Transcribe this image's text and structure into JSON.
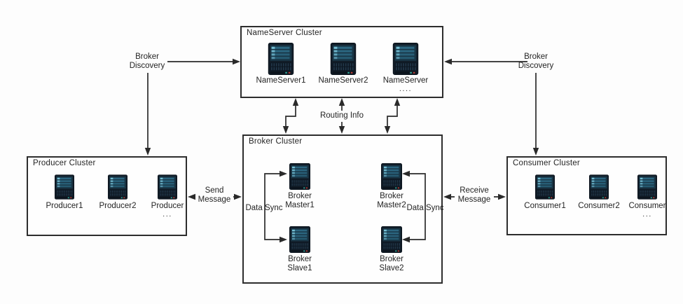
{
  "diagram": {
    "clusters": {
      "nameserver": {
        "title": "NameServer Cluster",
        "servers": [
          {
            "label": "NameServer1"
          },
          {
            "label": "NameServer2"
          },
          {
            "label": "NameServer",
            "more": "...."
          }
        ]
      },
      "broker": {
        "title": "Broker Cluster",
        "nodes": [
          {
            "line1": "Broker",
            "line2": "Master1"
          },
          {
            "line1": "Broker",
            "line2": "Master2"
          },
          {
            "line1": "Broker",
            "line2": "Slave1"
          },
          {
            "line1": "Broker",
            "line2": "Slave2"
          }
        ]
      },
      "producer": {
        "title": "Producer Cluster",
        "servers": [
          {
            "label": "Producer1"
          },
          {
            "label": "Producer2"
          },
          {
            "label": "Producer",
            "more": "..."
          }
        ]
      },
      "consumer": {
        "title": "Consumer Cluster",
        "servers": [
          {
            "label": "Consumer1"
          },
          {
            "label": "Consumer2"
          },
          {
            "label": "Consumer",
            "more": "..."
          }
        ]
      }
    },
    "connections": {
      "broker_discovery_left": {
        "line1": "Broker",
        "line2": "Discovery"
      },
      "broker_discovery_right": {
        "line1": "Broker",
        "line2": "Discovery"
      },
      "routing_info": {
        "label": "Routing Info"
      },
      "send_message": {
        "line1": "Send",
        "line2": "Message"
      },
      "receive_message": {
        "line1": "Receive",
        "line2": "Message"
      },
      "data_sync_left": {
        "label": "Data Sync"
      },
      "data_sync_right": {
        "label": "Data Sync"
      }
    },
    "colors": {
      "line": "#2a2a2a",
      "box_border": "#2d2d2d",
      "server_body": "#121d28",
      "server_screen": "#193646",
      "server_stripe": "#2b6680",
      "server_chip": "#74bdd2",
      "led_green": "#2f9e92",
      "led_red": "#b23c35"
    }
  }
}
